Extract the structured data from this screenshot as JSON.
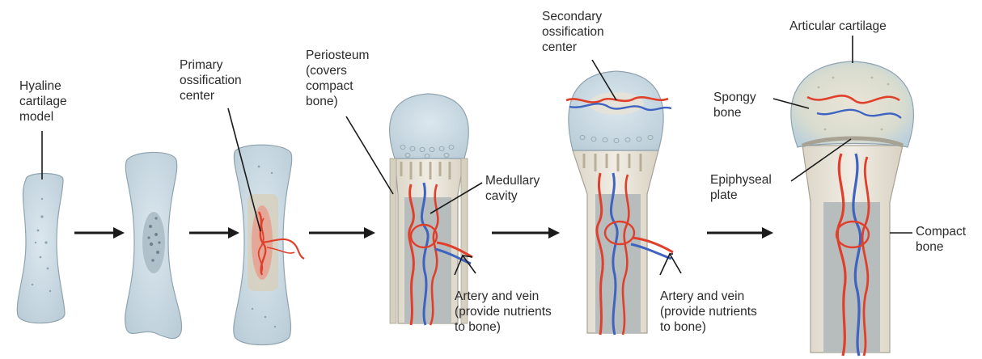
{
  "labels": {
    "hyaline": "Hyaline\ncartilage\nmodel",
    "primary": "Primary\nossification\ncenter",
    "periosteum": "Periosteum\n(covers\ncompact\nbone)",
    "medullary": "Medullary\ncavity",
    "artery1": "Artery and vein\n(provide nutrients\nto bone)",
    "secondary": "Secondary\nossification\ncenter",
    "artery2": "Artery and vein\n(provide nutrients\nto bone)",
    "articular": "Articular cartilage",
    "spongy": "Spongy\nbone",
    "epiphyseal": "Epiphyseal\nplate",
    "compact": "Compact\nbone"
  },
  "colors": {
    "cartilage": "#cfdde6",
    "cartilage_edge": "#8fa3ae",
    "bone": "#ece7dc",
    "bone_edge": "#a8a294",
    "cavity": "#b7bcbd",
    "artery": "#e0402b",
    "vein": "#3f63c0",
    "arrow": "#1a1a1a",
    "text": "#2b2b2b"
  }
}
